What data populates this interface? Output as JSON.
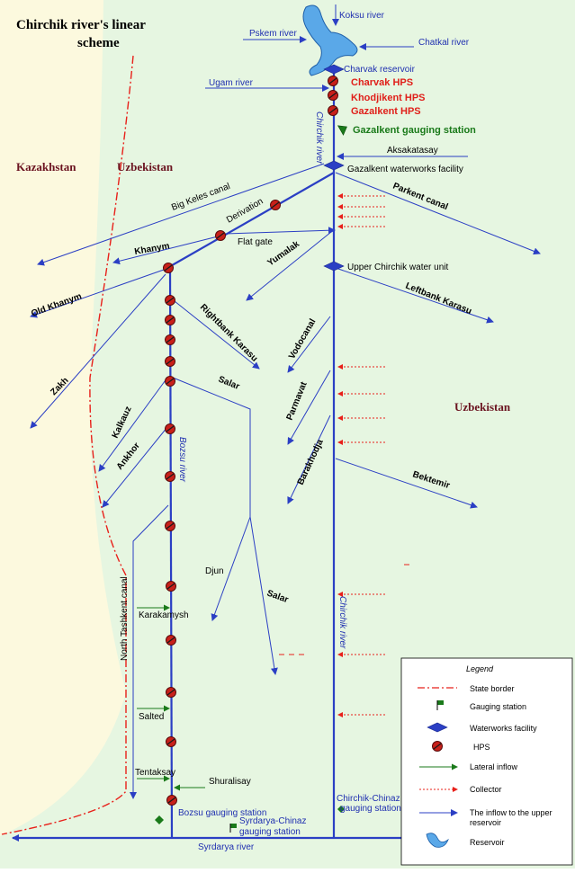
{
  "title_line1": "Chirchik river's linear",
  "title_line2": "scheme",
  "countries": {
    "kazakhstan": "Kazakhstan",
    "uzbekistan_left": "Uzbekistan",
    "uzbekistan_right": "Uzbekistan"
  },
  "rivers": {
    "koksu": "Koksu river",
    "pskem": "Pskem river",
    "chatkal": "Chatkal river",
    "ugam": "Ugam river",
    "chirchik_upper": "Chirchik river",
    "chirchik_lower": "Chirchik river",
    "bozsu": "Bozsu river",
    "syrdarya": "Syrdarya river"
  },
  "facilities": {
    "charvak_reservoir": "Charvak reservoir",
    "charvak_hps": "Charvak HPS",
    "khodjikent_hps": "Khodjikent HPS",
    "gazalkent_hps": "Gazalkent HPS",
    "gazalkent_gs": "Gazalkent gauging station",
    "gazalkent_wf": "Gazalkent waterworks facility",
    "upper_chirchik_wu": "Upper Chirchik water unit",
    "flat_gate": "Flat gate",
    "bozsu_gs": "Bozsu gauging station",
    "chirchik_chinaz_gs": "Chirchik-Chinaz\ngauging station",
    "syrdarya_chinaz_gs": "Syrdarya-Chinaz\ngauging station"
  },
  "canals": {
    "aksakatasay": "Aksakatasay",
    "big_keles": "Big Keles canal",
    "derivation": "Derivation",
    "parkent": "Parkent canal",
    "khanym": "Khanym",
    "yumalak": "Yumalak",
    "old_khanym": "Old Khanym",
    "leftbank_karasu": "Leftbank Karasu",
    "rightbank_karasu": "Rightbank Karasu",
    "vodocanal": "Vodocanal",
    "zakh": "Zakh",
    "salar_upper": "Salar",
    "kalkauz": "Kalkauz",
    "parmavat": "Parmavat",
    "ankhor": "Ankhor",
    "barakhodja": "Barakhodja",
    "bektemir": "Bektemir",
    "north_tashkent": "North Tashkent canal",
    "djun": "Djun",
    "salar_lower": "Salar",
    "karakamysh": "Karakamysh",
    "salted": "Salted",
    "tentaksay": "Tentaksay",
    "shuralisay": "Shuralisay"
  },
  "legend": {
    "title": "Legend",
    "items": [
      "State border",
      "Gauging station",
      "Waterworks facility",
      "HPS",
      "Lateral inflow",
      "Collector",
      "The inflow to the upper\nreservoir",
      "Reservoir"
    ]
  },
  "colors": {
    "river": "#2b3fc4",
    "hps": "#c8201a",
    "gauge": "#1a7a1a",
    "collector": "#e8201a",
    "background": "#e6f6e1",
    "kazakh": "#fcf9de"
  }
}
